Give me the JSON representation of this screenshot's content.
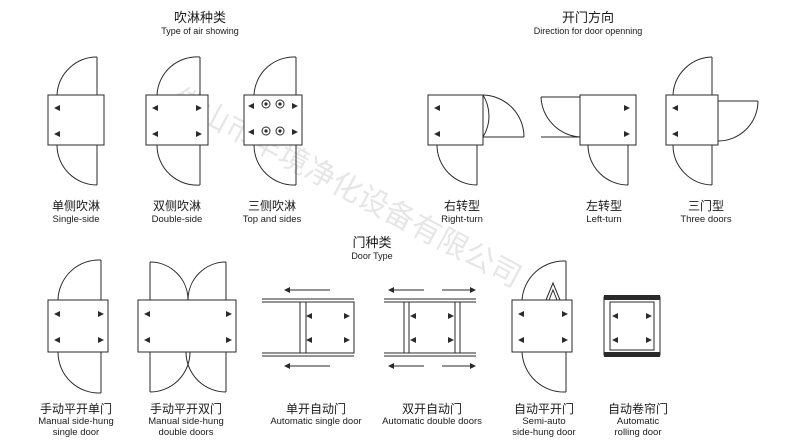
{
  "watermark": "佛山市丰境净化设备有限公司",
  "sections": {
    "air_showing": {
      "title_cn": "吹淋种类",
      "title_en": "Type of air showing"
    },
    "door_opening": {
      "title_cn": "开门方向",
      "title_en": "Direction for door openning"
    },
    "door_type": {
      "title_cn": "门种类",
      "title_en": "Door Type"
    }
  },
  "items": {
    "single_side": {
      "cn": "单侧吹淋",
      "en": "Single-side"
    },
    "double_side": {
      "cn": "双侧吹淋",
      "en": "Double-side"
    },
    "top_sides": {
      "cn": "三侧吹淋",
      "en": "Top and sides"
    },
    "right_turn": {
      "cn": "右转型",
      "en": "Right-turn"
    },
    "left_turn": {
      "cn": "左转型",
      "en": "Left-turn"
    },
    "three_doors": {
      "cn": "三门型",
      "en": "Three doors"
    },
    "manual_single": {
      "cn": "手动平开单门",
      "en1": "Manual side-hung",
      "en2": "single door"
    },
    "manual_double": {
      "cn": "手动平开双门",
      "en1": "Manual side-hung",
      "en2": "double doors"
    },
    "auto_single": {
      "cn": "单开自动门",
      "en1": "Automatic single door"
    },
    "auto_double": {
      "cn": "双开自动门",
      "en1": "Automatic double doors"
    },
    "semi_auto": {
      "cn": "自动平开门",
      "en1": "Semi-auto",
      "en2": "side-hung door"
    },
    "rolling": {
      "cn": "自动卷帘门",
      "en1": "Automatic",
      "en2": "rolling door"
    }
  }
}
